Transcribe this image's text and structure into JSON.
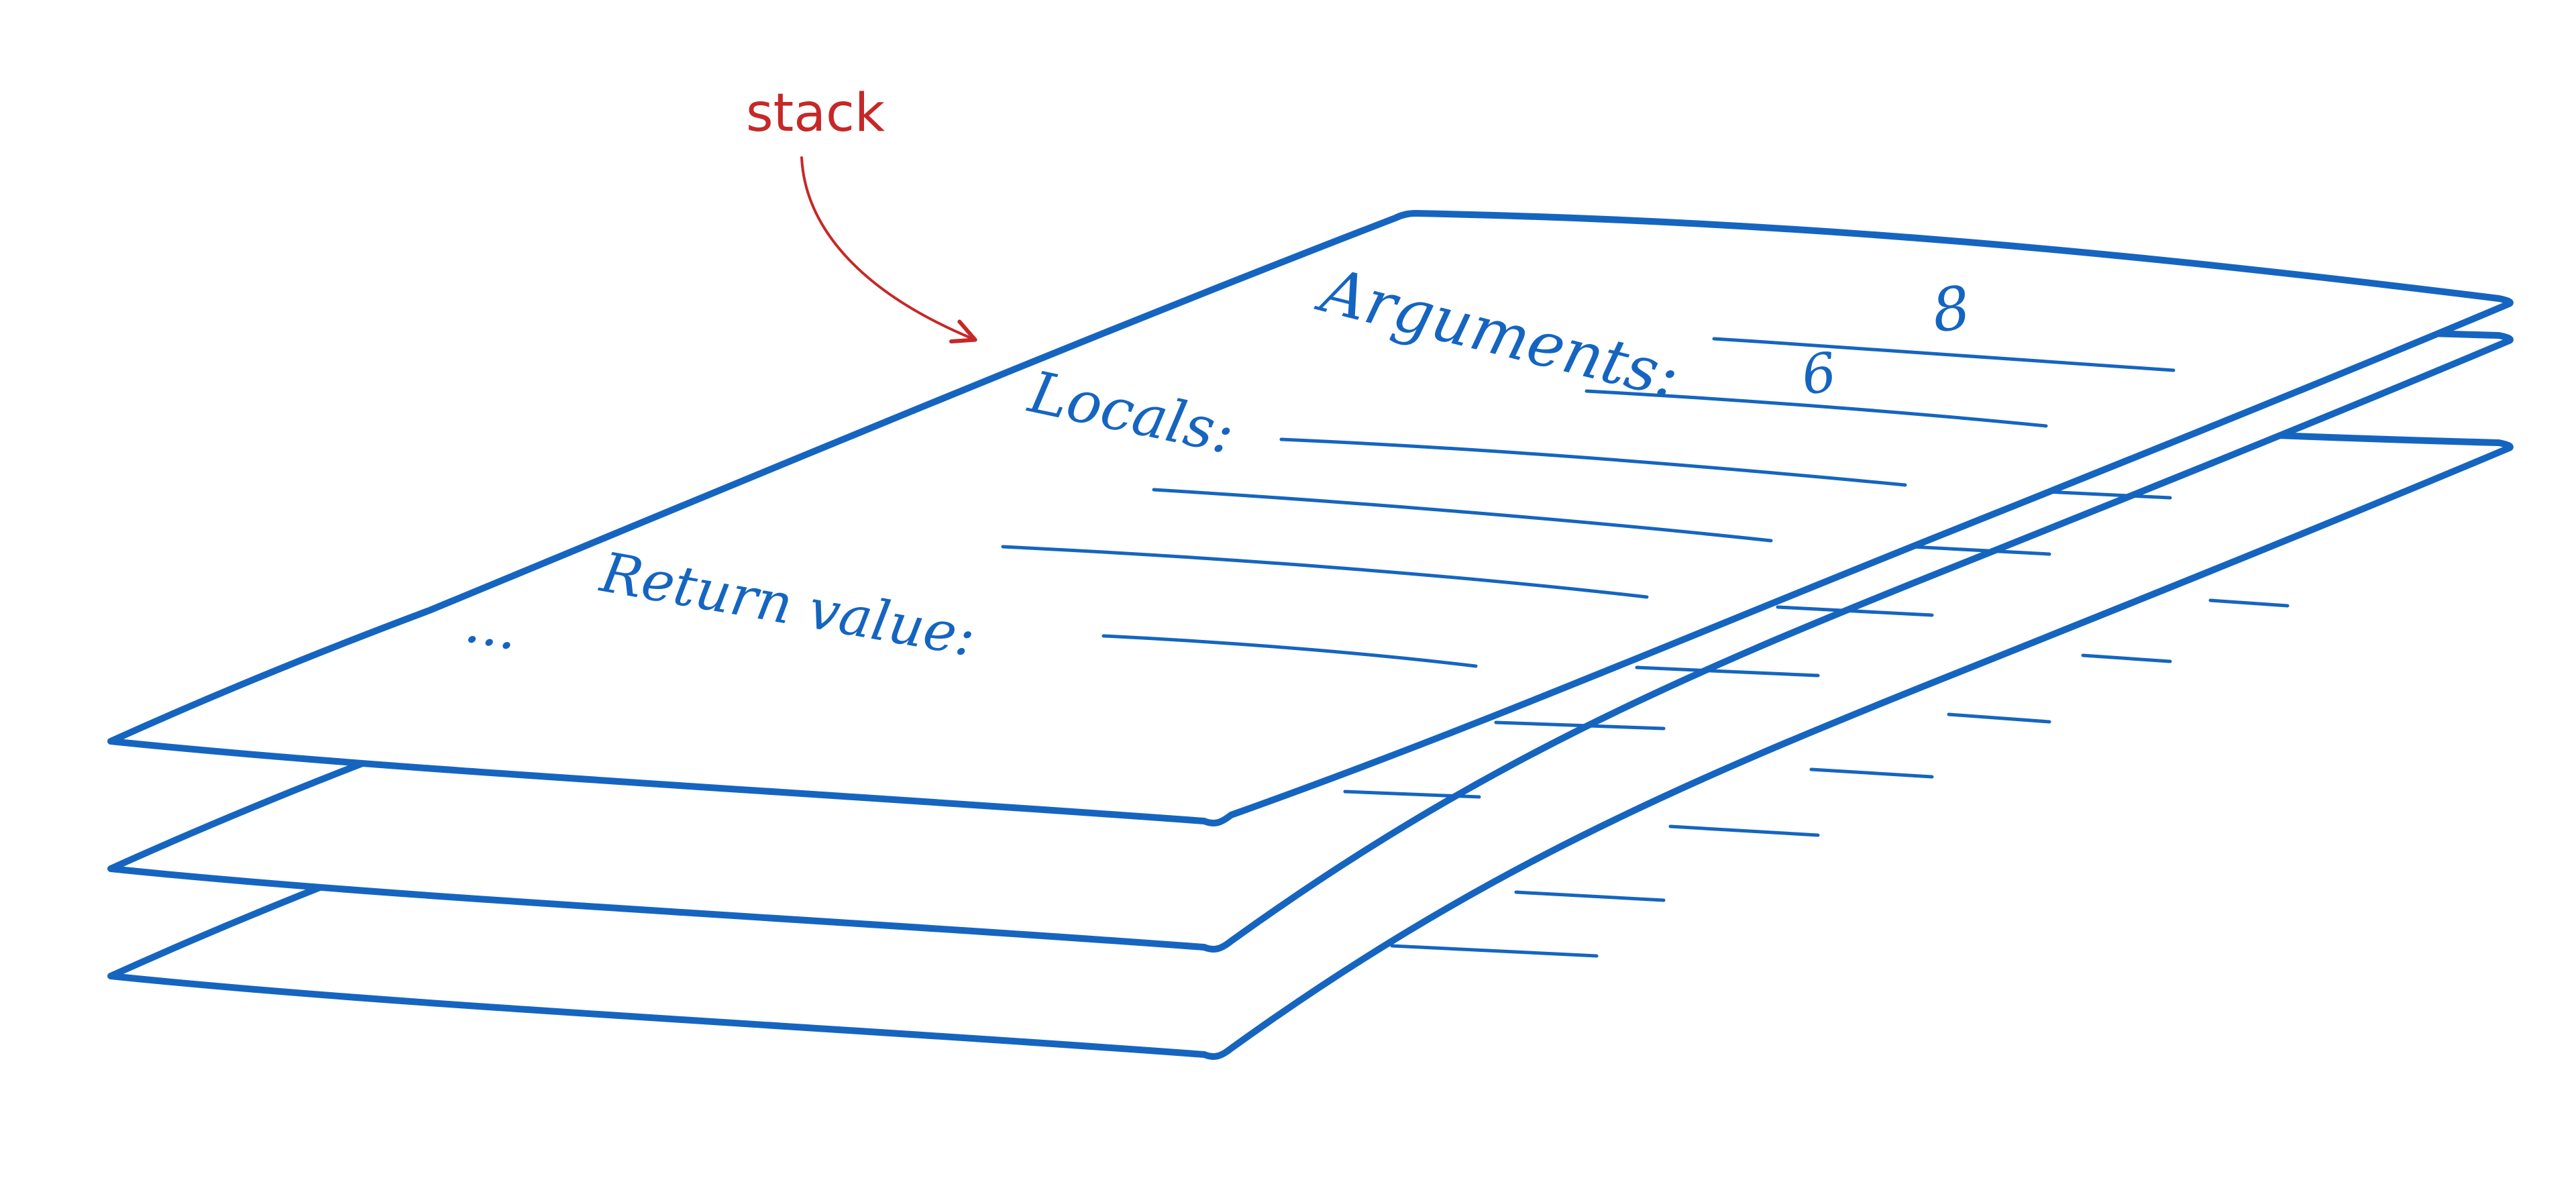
{
  "colors": {
    "ink": "#1565c0",
    "accent": "#c62828",
    "background": "#ffffff"
  },
  "callout": {
    "label": "stack",
    "arrow_icon": "curved-arrow-icon"
  },
  "stack": {
    "frame_count": 3,
    "top_frame": {
      "arguments_label": "Arguments:",
      "argument_values": [
        "8",
        "6"
      ],
      "locals_label": "Locals:",
      "return_value_label": "Return value:",
      "ellipsis": "..."
    }
  }
}
